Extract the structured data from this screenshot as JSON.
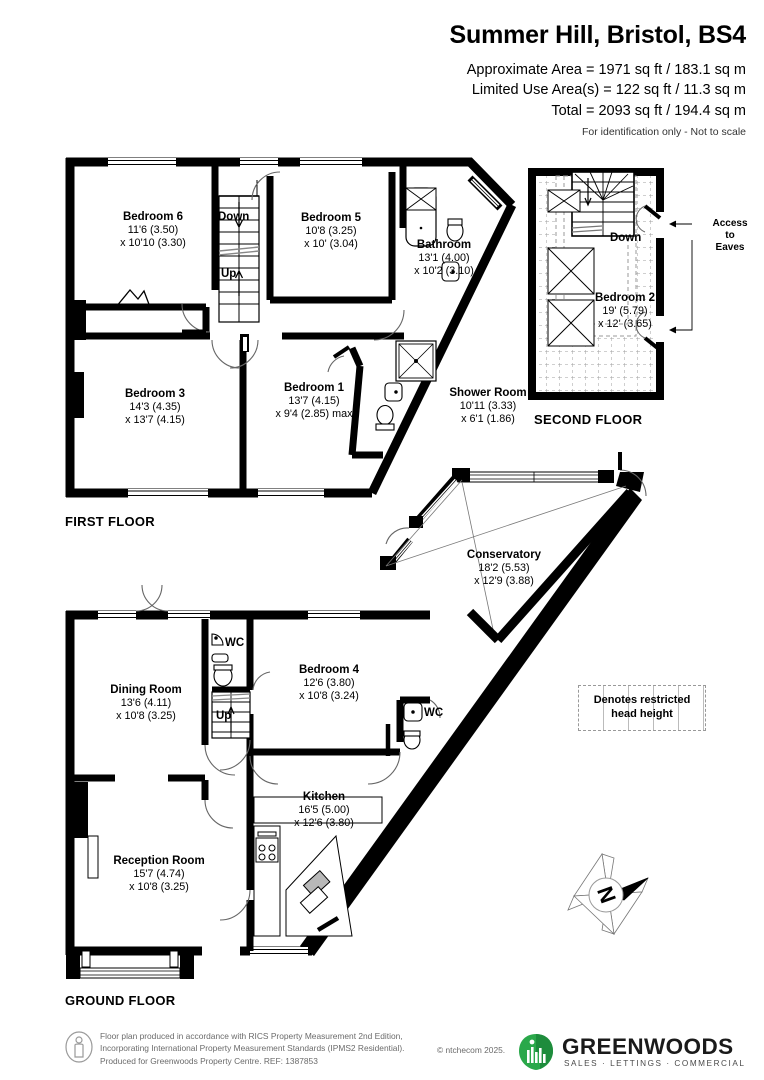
{
  "header": {
    "title": "Summer Hill, Bristol, BS4",
    "approx_area": "Approximate Area = 1971 sq ft / 183.1 sq m",
    "limited_use": "Limited Use Area(s) = 122 sq ft / 11.3 sq m",
    "total": "Total = 2093 sq ft / 194.4 sq m",
    "disclaimer": "For identification only - Not to scale"
  },
  "floors": {
    "first": "FIRST FLOOR",
    "second": "SECOND FLOOR",
    "ground": "GROUND FLOOR"
  },
  "rooms": {
    "bedroom6": {
      "name": "Bedroom 6",
      "dim1": "11'6 (3.50)",
      "dim2": "x 10'10 (3.30)"
    },
    "bedroom5": {
      "name": "Bedroom 5",
      "dim1": "10'8 (3.25)",
      "dim2": "x 10' (3.04)"
    },
    "bathroom": {
      "name": "Bathroom",
      "dim1": "13'1 (4.00)",
      "dim2": "x 10'2 (3.10)"
    },
    "bedroom3": {
      "name": "Bedroom 3",
      "dim1": "14'3 (4.35)",
      "dim2": "x 13'7 (4.15)"
    },
    "bedroom1": {
      "name": "Bedroom 1",
      "dim1": "13'7 (4.15)",
      "dim2": "x 9'4 (2.85) max"
    },
    "showerroom": {
      "name": "Shower Room",
      "dim1": "10'11 (3.33)",
      "dim2": "x 6'1 (1.86)"
    },
    "bedroom2": {
      "name": "Bedroom 2",
      "dim1": "19' (5.79)",
      "dim2": "x 12' (3.65)"
    },
    "conservatory": {
      "name": "Conservatory",
      "dim1": "18'2 (5.53)",
      "dim2": "x 12'9 (3.88)"
    },
    "diningroom": {
      "name": "Dining Room",
      "dim1": "13'6 (4.11)",
      "dim2": "x 10'8 (3.25)"
    },
    "bedroom4": {
      "name": "Bedroom 4",
      "dim1": "12'6 (3.80)",
      "dim2": "x 10'8 (3.24)"
    },
    "kitchen": {
      "name": "Kitchen",
      "dim1": "16'5 (5.00)",
      "dim2": "x 12'6 (3.80)"
    },
    "reception": {
      "name": "Reception Room",
      "dim1": "15'7 (4.74)",
      "dim2": "x 10'8 (3.25)"
    }
  },
  "tags": {
    "down_first": "Down",
    "up_first": "Up",
    "down_second": "Down",
    "up_ground": "Up",
    "wc_left": "WC",
    "wc_right": "WC",
    "access_eaves": "Access\nto\nEaves",
    "access_line1": "Access",
    "access_line2": "to",
    "access_line3": "Eaves"
  },
  "legend": {
    "line1": "Denotes restricted",
    "line2": "head height"
  },
  "compass": {
    "north": "N"
  },
  "footer": {
    "line1": "Floor plan produced in accordance with RICS Property Measurement 2nd Edition,",
    "line2": "Incorporating International Property Measurement Standards (IPMS2 Residential).",
    "line3": "Produced for Greenwoods Property Centre.    REF: 1387853",
    "copyright": "© ntchecom 2025.",
    "brand_name": "GREENWOODS",
    "brand_tagline": "SALES  ·  LETTINGS  ·  COMMERCIAL"
  },
  "colors": {
    "wall": "#000000",
    "brand_green": "#2aa84a",
    "brand_dark": "#1a1a1a",
    "muted": "#6b6b6b"
  }
}
